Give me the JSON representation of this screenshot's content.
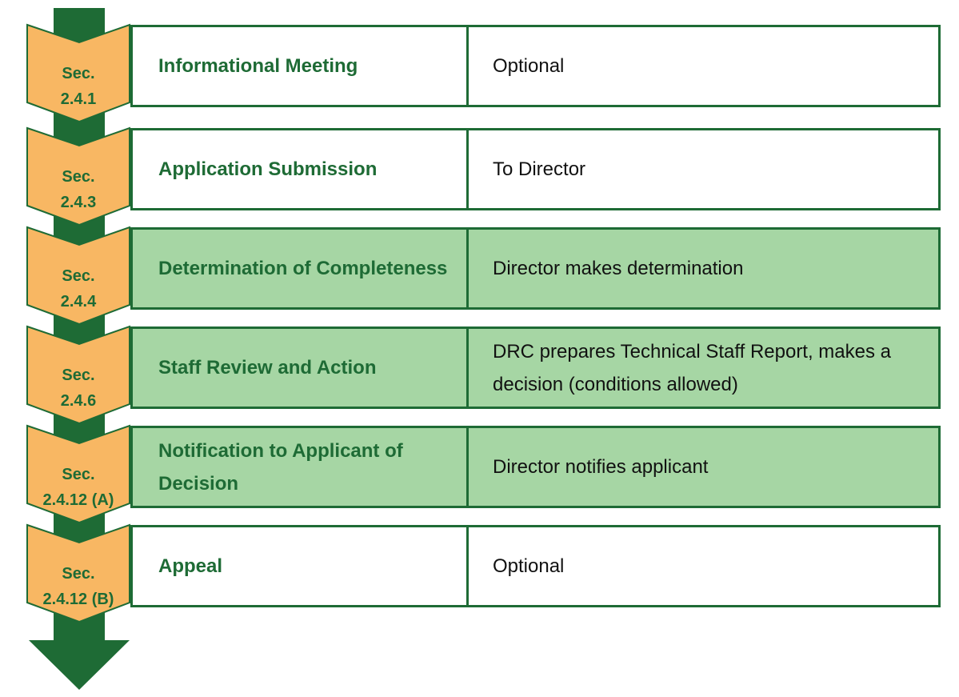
{
  "colors": {
    "arrow": "#1e6b35",
    "chevron_fill": "#f8b763",
    "chevron_stroke": "#1e6b35",
    "shaded_fill": "#a6d6a4",
    "step_text": "#1e6b35",
    "desc_text": "#111111"
  },
  "steps": [
    {
      "sec_line1": "Sec.",
      "sec_line2": "2.4.1",
      "step": "Informational Meeting",
      "description": "Optional",
      "shaded": false
    },
    {
      "sec_line1": "Sec.",
      "sec_line2": "2.4.3",
      "step": "Application Submission",
      "description": "To Director",
      "shaded": false
    },
    {
      "sec_line1": "Sec.",
      "sec_line2": "2.4.4",
      "step": "Determination of Completeness",
      "description": "Director makes determination",
      "shaded": true
    },
    {
      "sec_line1": "Sec.",
      "sec_line2": "2.4.6",
      "step": "Staff Review and Action",
      "description": "DRC prepares Technical Staff Report, makes a decision (conditions allowed)",
      "shaded": true
    },
    {
      "sec_line1": "Sec.",
      "sec_line2": "2.4.12 (A)",
      "step": "Notification to Applicant of Decision",
      "description": "Director notifies applicant",
      "shaded": true
    },
    {
      "sec_line1": "Sec.",
      "sec_line2": "2.4.12 (B)",
      "step": "Appeal",
      "description": "Optional",
      "shaded": false
    }
  ]
}
